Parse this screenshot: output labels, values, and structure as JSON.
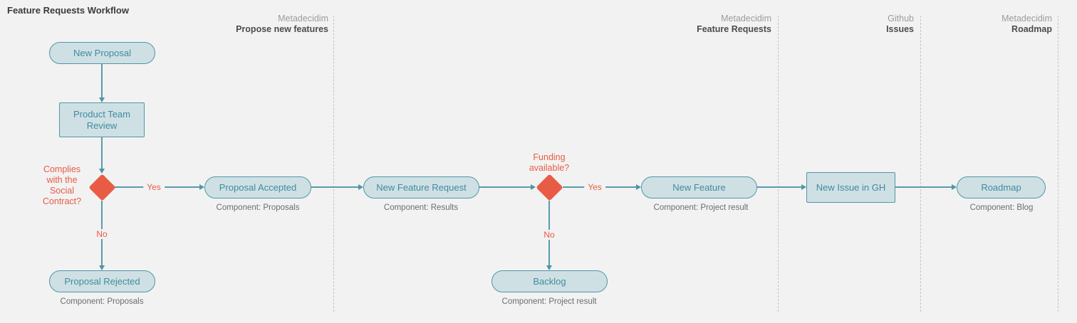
{
  "title": "Feature Requests Workflow",
  "colors": {
    "background": "#f2f2f2",
    "node_fill": "#cfe0e4",
    "node_border": "#4f96a6",
    "node_text": "#3e8ca0",
    "connector": "#5b9aab",
    "decision_red": "#e85c46",
    "caption_gray": "#6d6d6d",
    "lane_divider": "#c3c3c3"
  },
  "lanes": [
    {
      "platform": "Metadecidim",
      "name": "Propose new features"
    },
    {
      "platform": "Metadecidim",
      "name": "Feature Requests"
    },
    {
      "platform": "Github",
      "name": "Issues"
    },
    {
      "platform": "Metadecidim",
      "name": "Roadmap"
    }
  ],
  "nodes": {
    "new_proposal": {
      "label": "New Proposal"
    },
    "product_team_review": {
      "label": "Product Team Review"
    },
    "proposal_accepted": {
      "label": "Proposal Accepted",
      "component": "Component: Proposals"
    },
    "proposal_rejected": {
      "label": "Proposal Rejected",
      "component": "Component: Proposals"
    },
    "new_feature_request": {
      "label": "New Feature Request",
      "component": "Component: Results"
    },
    "backlog": {
      "label": "Backlog",
      "component": "Component: Project result"
    },
    "new_feature": {
      "label": "New Feature",
      "component": "Component: Project result"
    },
    "new_issue_gh": {
      "label": "New Issue in GH"
    },
    "roadmap": {
      "label": "Roadmap",
      "component": "Component: Blog"
    }
  },
  "decisions": {
    "social_contract": {
      "question": "Complies with the Social Contract?",
      "yes": "Yes",
      "no": "No"
    },
    "funding": {
      "question": "Funding available?",
      "yes": "Yes",
      "no": "No"
    }
  }
}
